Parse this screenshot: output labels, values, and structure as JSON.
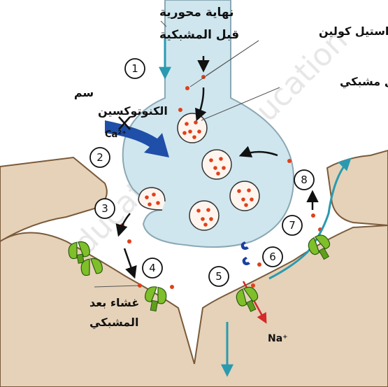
{
  "labels": {
    "axon_terminal_line1": "نهاية محورية",
    "axon_terminal_line2": "قبل المشبكية",
    "acetylcholine": "استيل كولين",
    "synaptic_vesicle": "حويصل مشبكي",
    "toxin_line1": "سم",
    "toxin_line2": "الكنوتوكسين",
    "calcium": "Ca²⁺",
    "postsynaptic_line1": "غشاء بعد",
    "postsynaptic_line2": "المشبكي",
    "sodium": "Na⁺"
  },
  "steps": [
    "1",
    "2",
    "3",
    "4",
    "5",
    "6",
    "7",
    "8"
  ],
  "colors": {
    "terminal_fill": "#cfe6ee",
    "cell_fill": "#e5d2b8",
    "cell_stroke": "#7a5a3a",
    "vesicle_fill": "#fff5ee",
    "transmitter": "#e0401a",
    "receptor": "#7fbf2a",
    "calcium_arrow": "#1f4fa8",
    "flow_arrow": "#2a9ab0",
    "sodium_arrow": "#d42a2a",
    "enzyme": "#1a3fa0"
  },
  "icons": [
    "calcium-influx-arrow",
    "block-cross-icon",
    "receptor-icon",
    "enzyme-icon"
  ]
}
